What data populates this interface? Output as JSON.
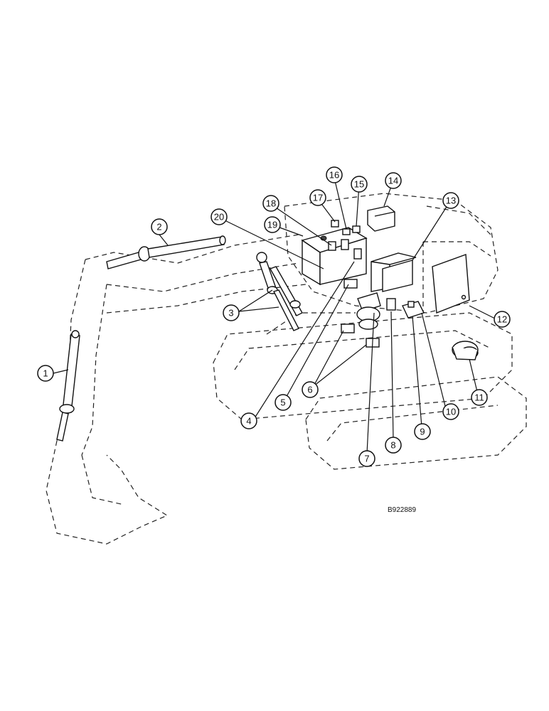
{
  "diagram": {
    "reference_code": "B922889",
    "callouts": [
      {
        "id": "c1",
        "label": "1"
      },
      {
        "id": "c2",
        "label": "2"
      },
      {
        "id": "c3",
        "label": "3"
      },
      {
        "id": "c4",
        "label": "4"
      },
      {
        "id": "c5",
        "label": "5"
      },
      {
        "id": "c6",
        "label": "6"
      },
      {
        "id": "c7",
        "label": "7"
      },
      {
        "id": "c8",
        "label": "8"
      },
      {
        "id": "c9",
        "label": "9"
      },
      {
        "id": "c10",
        "label": "10"
      },
      {
        "id": "c11",
        "label": "11"
      },
      {
        "id": "c12",
        "label": "12"
      },
      {
        "id": "c13",
        "label": "13"
      },
      {
        "id": "c14",
        "label": "14"
      },
      {
        "id": "c15",
        "label": "15"
      },
      {
        "id": "c16",
        "label": "16"
      },
      {
        "id": "c17",
        "label": "17"
      },
      {
        "id": "c18",
        "label": "18"
      },
      {
        "id": "c19",
        "label": "19"
      },
      {
        "id": "c20",
        "label": "20"
      }
    ]
  }
}
